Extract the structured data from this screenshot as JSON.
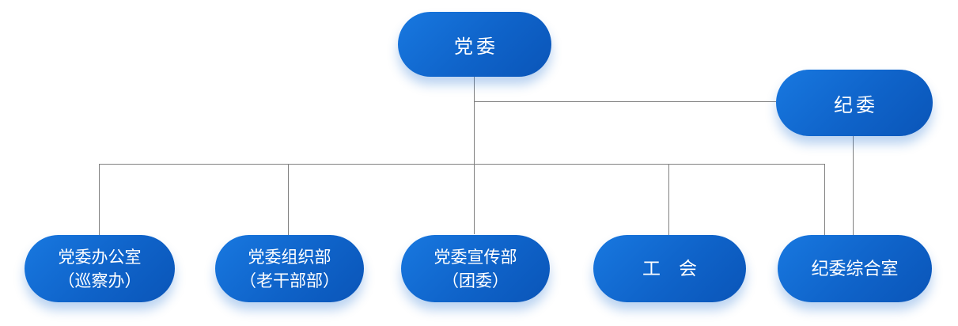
{
  "colors": {
    "background": "#ffffff",
    "node_gradient_start": "#1878e0",
    "node_gradient_mid": "#0f63c9",
    "node_gradient_end": "#0a55b8",
    "node_text": "#ffffff",
    "connector": "#808080"
  },
  "org_chart": {
    "root": {
      "label": "党委"
    },
    "secondary": {
      "label": "纪委"
    },
    "children": [
      {
        "line1": "党委办公室",
        "line2": "（巡察办）"
      },
      {
        "line1": "党委组织部",
        "line2": "（老干部部）"
      },
      {
        "line1": "党委宣传部",
        "line2": "（团委）"
      },
      {
        "line1": "工　会"
      },
      {
        "line1": "纪委综合室"
      }
    ]
  }
}
